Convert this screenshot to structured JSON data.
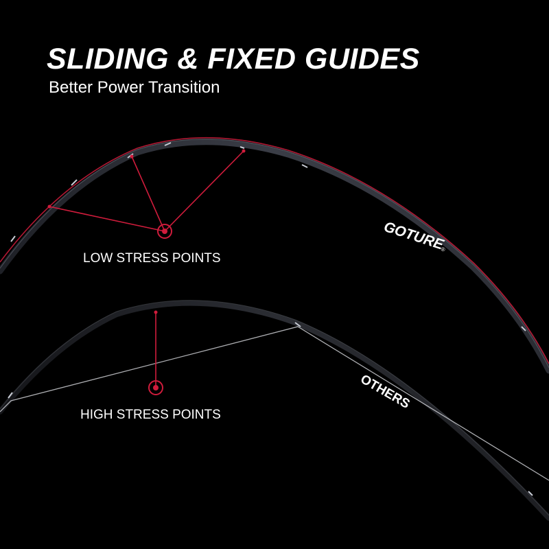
{
  "header": {
    "title": "SLIDING & FIXED GUIDES",
    "subtitle": "Better Power Transition"
  },
  "top_rod": {
    "brand": "GOTURE",
    "registered_mark": "®",
    "stress_label": "LOW STRESS POINTS"
  },
  "bottom_rod": {
    "name": "OTHERS",
    "stress_label": "HIGH STRESS POINTS"
  },
  "colors": {
    "background": "#000000",
    "accent": "#d01c3c",
    "text": "#ffffff",
    "rod": "#2e3038"
  }
}
